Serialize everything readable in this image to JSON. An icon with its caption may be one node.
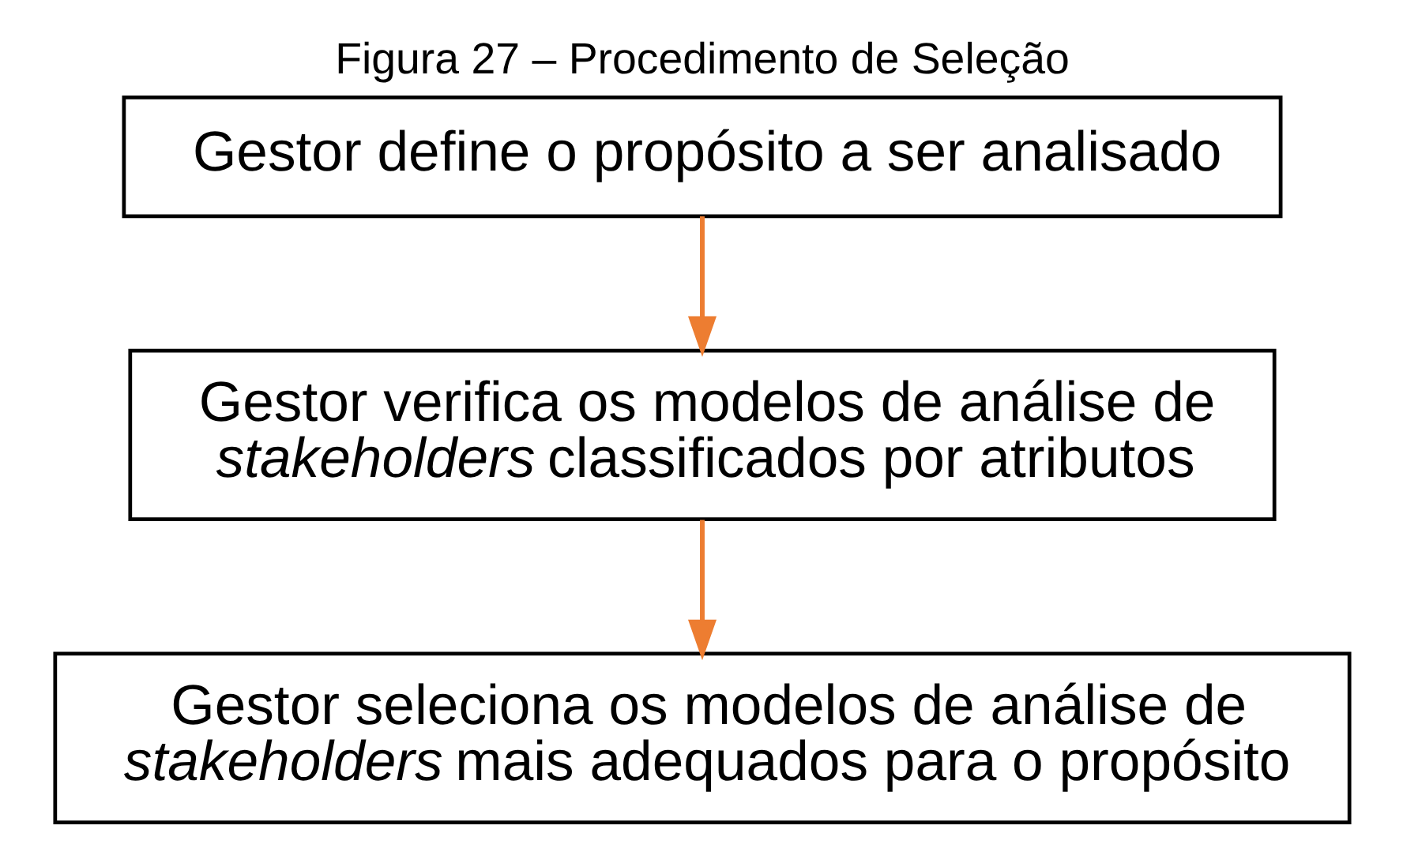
{
  "diagram": {
    "title": "Figura 27 – Procedimento de Seleção",
    "nodes": [
      {
        "text": [
          "Gestor define o propósito a ser analisado"
        ]
      },
      {
        "text": [
          "Gestor verifica os modelos de análise de *stakeholders* classificados por atributos"
        ]
      },
      {
        "text": [
          "Gestor seleciona os modelos de análise de *stakeholders* mais adequados para o propósito"
        ]
      }
    ],
    "edges": [
      {
        "from": 0,
        "to": 1,
        "arrow": "to",
        "color": "#ed7d31"
      },
      {
        "from": 1,
        "to": 2,
        "arrow": "to",
        "color": "#ed7d31"
      }
    ]
  }
}
